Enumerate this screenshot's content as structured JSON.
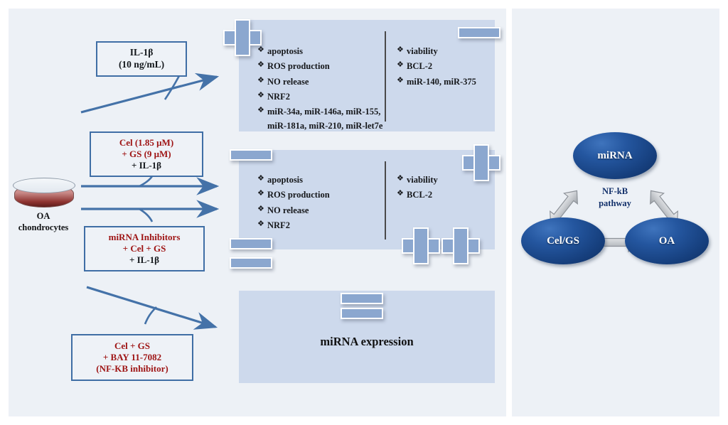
{
  "figure": {
    "left_panel": {
      "source": {
        "icon": "petri-dish-icon",
        "label_line1": "OA",
        "label_line2": "chondrocytes"
      },
      "treatments": [
        {
          "id": "il1b",
          "lines": [
            {
              "text": "IL-1β",
              "color": "black"
            },
            {
              "text": "(10 ng/mL)",
              "color": "black"
            }
          ]
        },
        {
          "id": "cel-gs",
          "lines": [
            {
              "text": "Cel (1.85 μM)",
              "color": "red"
            },
            {
              "text": "+ GS (9 μM)",
              "color": "red"
            },
            {
              "text": "+  IL-1β",
              "color": "black"
            }
          ]
        },
        {
          "id": "mirna-inhibitors",
          "lines": [
            {
              "text": "miRNA Inhibitors",
              "color": "red"
            },
            {
              "text": "+ Cel + GS",
              "color": "red"
            },
            {
              "text": "+  IL-1β",
              "color": "black"
            }
          ]
        },
        {
          "id": "bay",
          "lines": [
            {
              "text": "Cel  + GS",
              "color": "red"
            },
            {
              "text": "+  BAY 11-7082",
              "color": "red"
            },
            {
              "text": "(NF-KB inhibitor)",
              "color": "red"
            }
          ]
        }
      ],
      "results": [
        {
          "id": "result-il1b",
          "left_column": [
            "apoptosis",
            "ROS production",
            "NO release",
            "NRF2",
            "miR-34a, miR-146a, miR-155, miR-181a, miR-210, miR-let7e"
          ],
          "right_column": [
            "viability",
            "BCL-2",
            "miR-140, miR-375"
          ],
          "symbols": [
            {
              "type": "plus",
              "position": "top-left",
              "count": 1
            },
            {
              "type": "minus",
              "position": "top-right",
              "count": 1
            }
          ]
        },
        {
          "id": "result-cel-gs",
          "left_column": [
            "apoptosis",
            "ROS production",
            "NO release",
            "NRF2"
          ],
          "right_column": [
            "viability",
            "BCL-2"
          ],
          "symbols": [
            {
              "type": "minus",
              "position": "top-left",
              "count": 1
            },
            {
              "type": "plus",
              "position": "top-right",
              "count": 1
            },
            {
              "type": "minus",
              "position": "bottom-left",
              "count": 2
            },
            {
              "type": "plus",
              "position": "bottom-right",
              "count": 2
            }
          ]
        },
        {
          "id": "result-mirna-expression",
          "center_label": "miRNA expression",
          "symbols": [
            {
              "type": "minus",
              "position": "top-center",
              "count": 2
            }
          ]
        }
      ],
      "bullet_glyph": "❖"
    },
    "right_panel": {
      "nodes": [
        {
          "id": "node-mirna",
          "label": "miRNA"
        },
        {
          "id": "node-celgs",
          "label": "Cel/GS"
        },
        {
          "id": "node-oa",
          "label": "OA"
        }
      ],
      "pathway_label_line1": "NF-kB",
      "pathway_label_line2": "pathway",
      "connectors": [
        {
          "id": "arrow-celgs-mirna",
          "kind": "double-headed-arrow"
        },
        {
          "id": "arrow-mirna-oa",
          "kind": "double-headed-arrow"
        },
        {
          "id": "arrow-celgs-oa",
          "kind": "double-headed-arrow"
        }
      ]
    },
    "colors": {
      "panel_bg": "#edf1f6",
      "card_bg": "#cdd9ec",
      "arrow_blue": "#4472a8",
      "box_border": "#3f6ea5",
      "drug_red": "#9e1414",
      "symbol_blue": "#8ba7cf",
      "node_navy": "#1b4a92",
      "connector_gray": "#b9bcc0"
    }
  }
}
